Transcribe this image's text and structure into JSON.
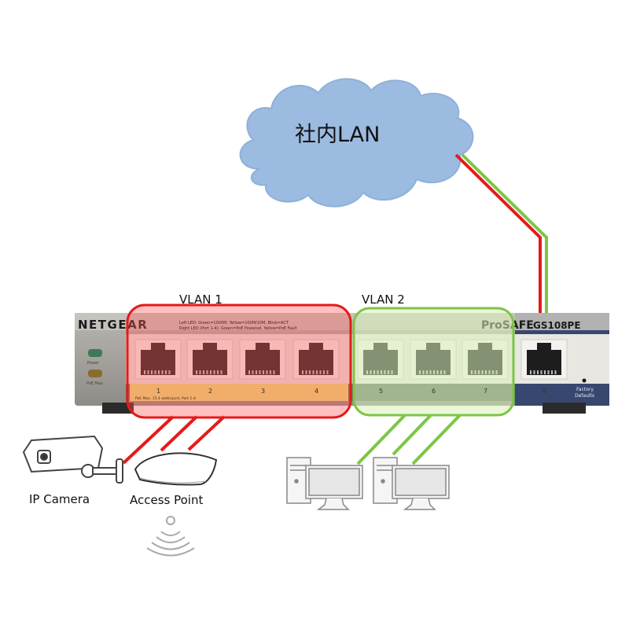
{
  "cloud": {
    "label": "社内LAN",
    "color": "#9bbbe0"
  },
  "switch": {
    "brand": "NETGEAR",
    "series": "ProSAFE",
    "model": "GS108PE",
    "led_legend_line1": "Left LED: Green=1000M, Yellow=100M/10M, Blink=ACT",
    "led_legend_line2": "Right LED (Port 1-4): Green=PoE Powered, Yellow=PoE Fault",
    "poe_note": "PoE Max. 15.4 watts/port, Port 1-4",
    "led_power": "Power",
    "led_poe_max": "PoE Max",
    "factory_defaults_line1": "Factory",
    "factory_defaults_line2": "Defaults",
    "ports": [
      "1",
      "2",
      "3",
      "4",
      "5",
      "6",
      "7",
      "8"
    ]
  },
  "vlans": [
    {
      "label": "VLAN 1",
      "color": "#e41b1b",
      "ports": [
        "1",
        "2",
        "3",
        "4"
      ]
    },
    {
      "label": "VLAN 2",
      "color": "#7cc644",
      "ports": [
        "5",
        "6",
        "7"
      ]
    }
  ],
  "devices": {
    "camera_label": "IP Camera",
    "ap_label": "Access Point",
    "pc_count": 2
  }
}
